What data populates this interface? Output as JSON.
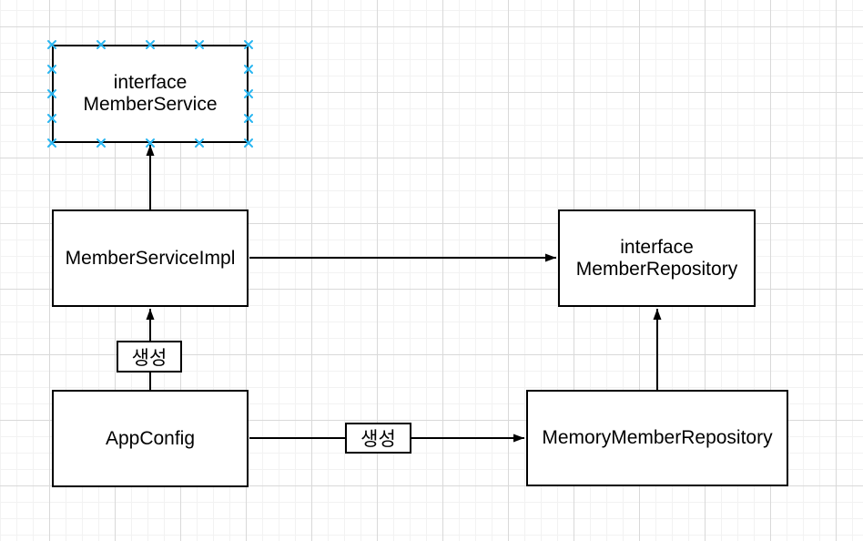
{
  "diagram": {
    "nodes": [
      {
        "id": "member-service",
        "label": "interface\nMemberService",
        "selected": true
      },
      {
        "id": "member-service-impl",
        "label": "MemberServiceImpl",
        "selected": false
      },
      {
        "id": "member-repository",
        "label": "interface\nMemberRepository",
        "selected": false
      },
      {
        "id": "app-config",
        "label": "AppConfig",
        "selected": false
      },
      {
        "id": "memory-member-repository",
        "label": "MemoryMemberRepository",
        "selected": false
      }
    ],
    "edges": [
      {
        "id": "impl-to-service",
        "from": "member-service-impl",
        "to": "member-service",
        "label": ""
      },
      {
        "id": "impl-to-repository",
        "from": "member-service-impl",
        "to": "member-repository",
        "label": ""
      },
      {
        "id": "appconfig-to-impl",
        "from": "app-config",
        "to": "member-service-impl",
        "label": "생성"
      },
      {
        "id": "appconfig-to-memory-repo",
        "from": "app-config",
        "to": "memory-member-repository",
        "label": "생성"
      },
      {
        "id": "memory-repo-to-repository",
        "from": "memory-member-repository",
        "to": "member-repository",
        "label": ""
      }
    ],
    "colors": {
      "canvas": "#ffffff",
      "grid_minor": "#f2f2f2",
      "grid_major": "#d9d9d9",
      "node_fill": "#ffffff",
      "node_border": "#000000",
      "edge": "#000000",
      "text": "#000000",
      "connection_point": "#29b6f2"
    }
  }
}
